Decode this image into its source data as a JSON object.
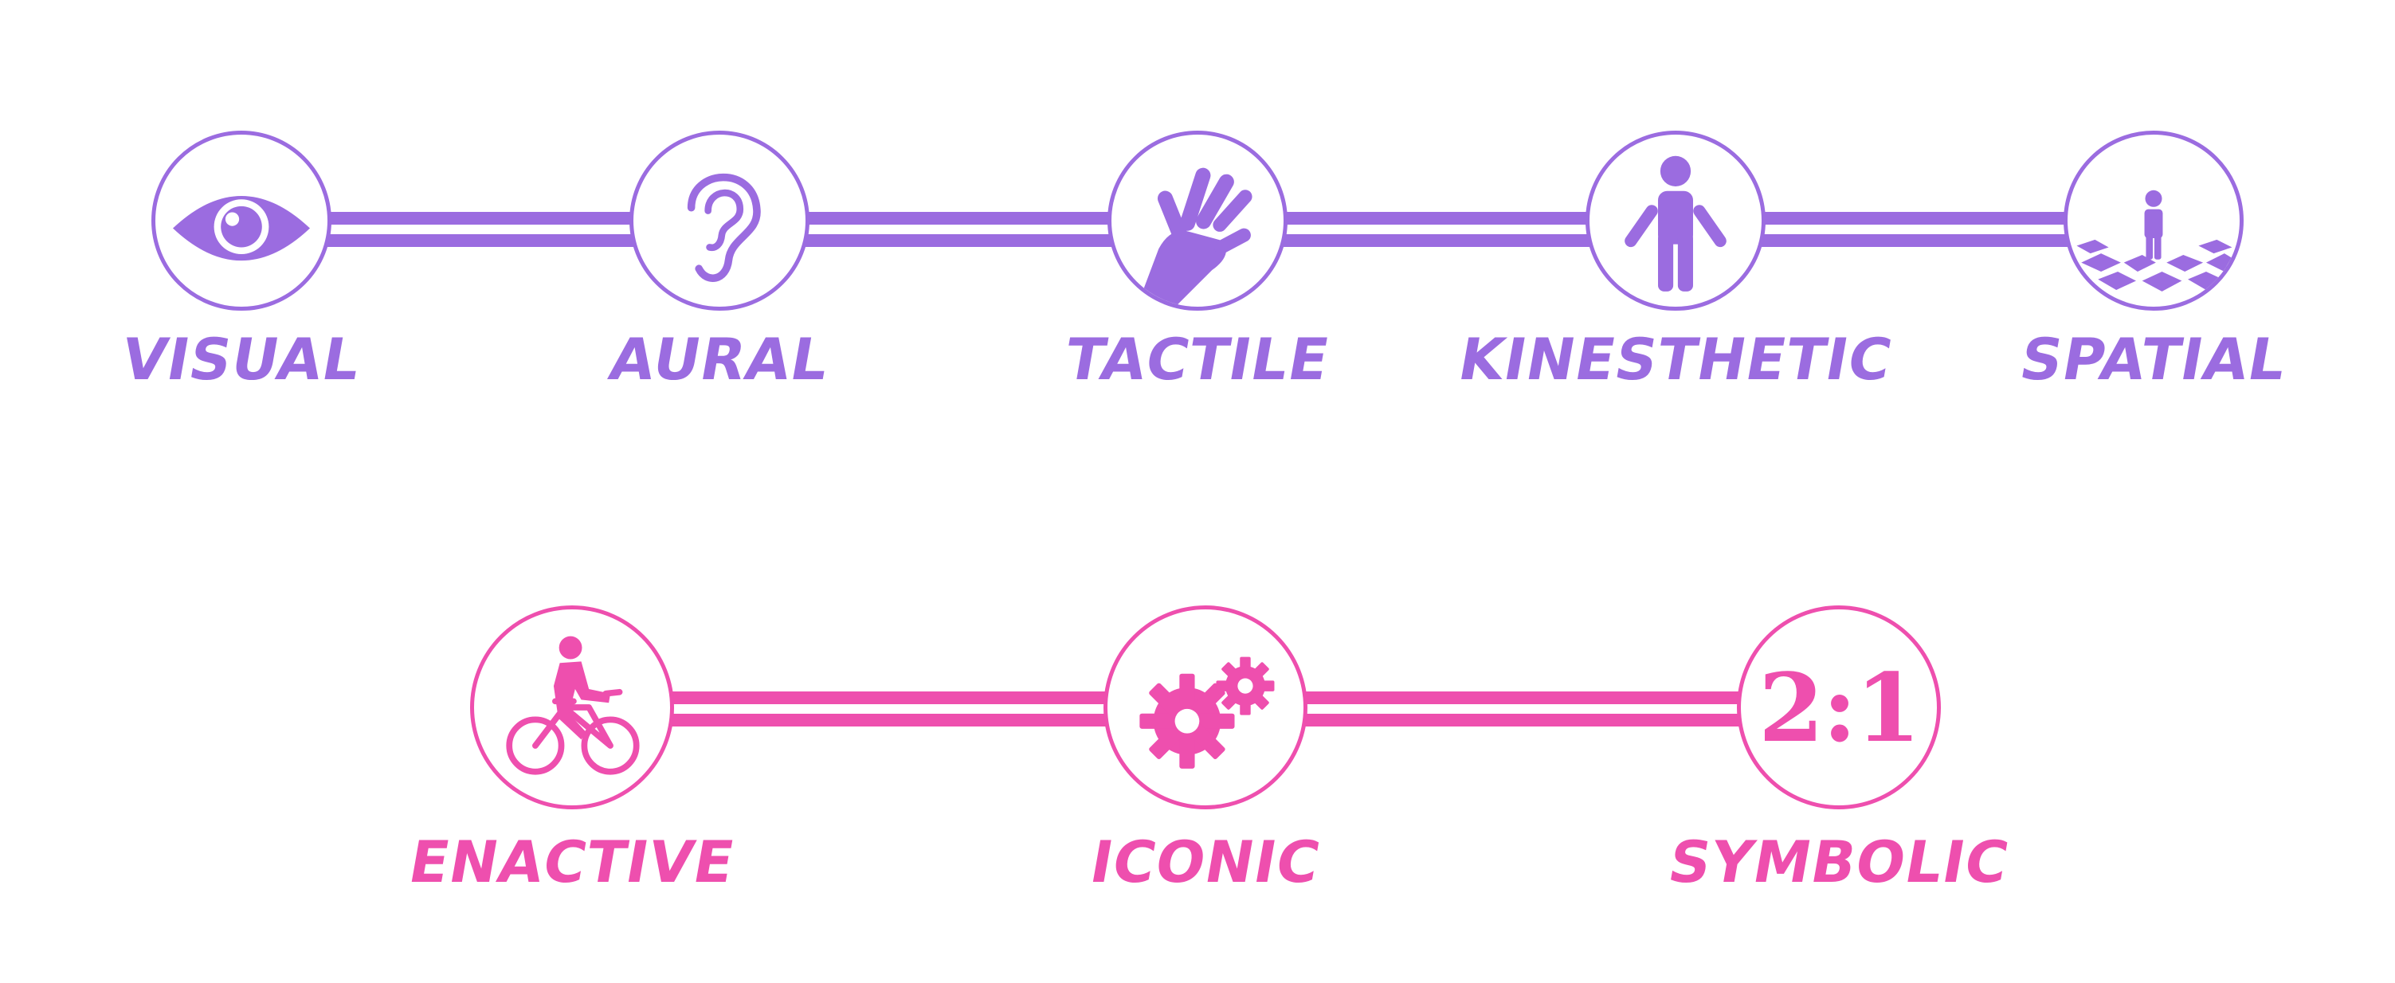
{
  "colors": {
    "purple": "#9b6ce0",
    "pink": "#ee4fae"
  },
  "sensory_row": {
    "items": [
      {
        "label": "VISUAL",
        "icon": "eye-icon"
      },
      {
        "label": "AURAL",
        "icon": "ear-icon"
      },
      {
        "label": "TACTILE",
        "icon": "hand-icon"
      },
      {
        "label": "KINESTHETIC",
        "icon": "person-icon"
      },
      {
        "label": "SPATIAL",
        "icon": "person-on-grid-icon"
      }
    ]
  },
  "representation_row": {
    "items": [
      {
        "label": "ENACTIVE",
        "icon": "cyclist-icon"
      },
      {
        "label": "ICONIC",
        "icon": "gears-icon"
      },
      {
        "label": "SYMBOLIC",
        "icon": "ratio-symbol-icon",
        "symbol": "2:1"
      }
    ]
  }
}
